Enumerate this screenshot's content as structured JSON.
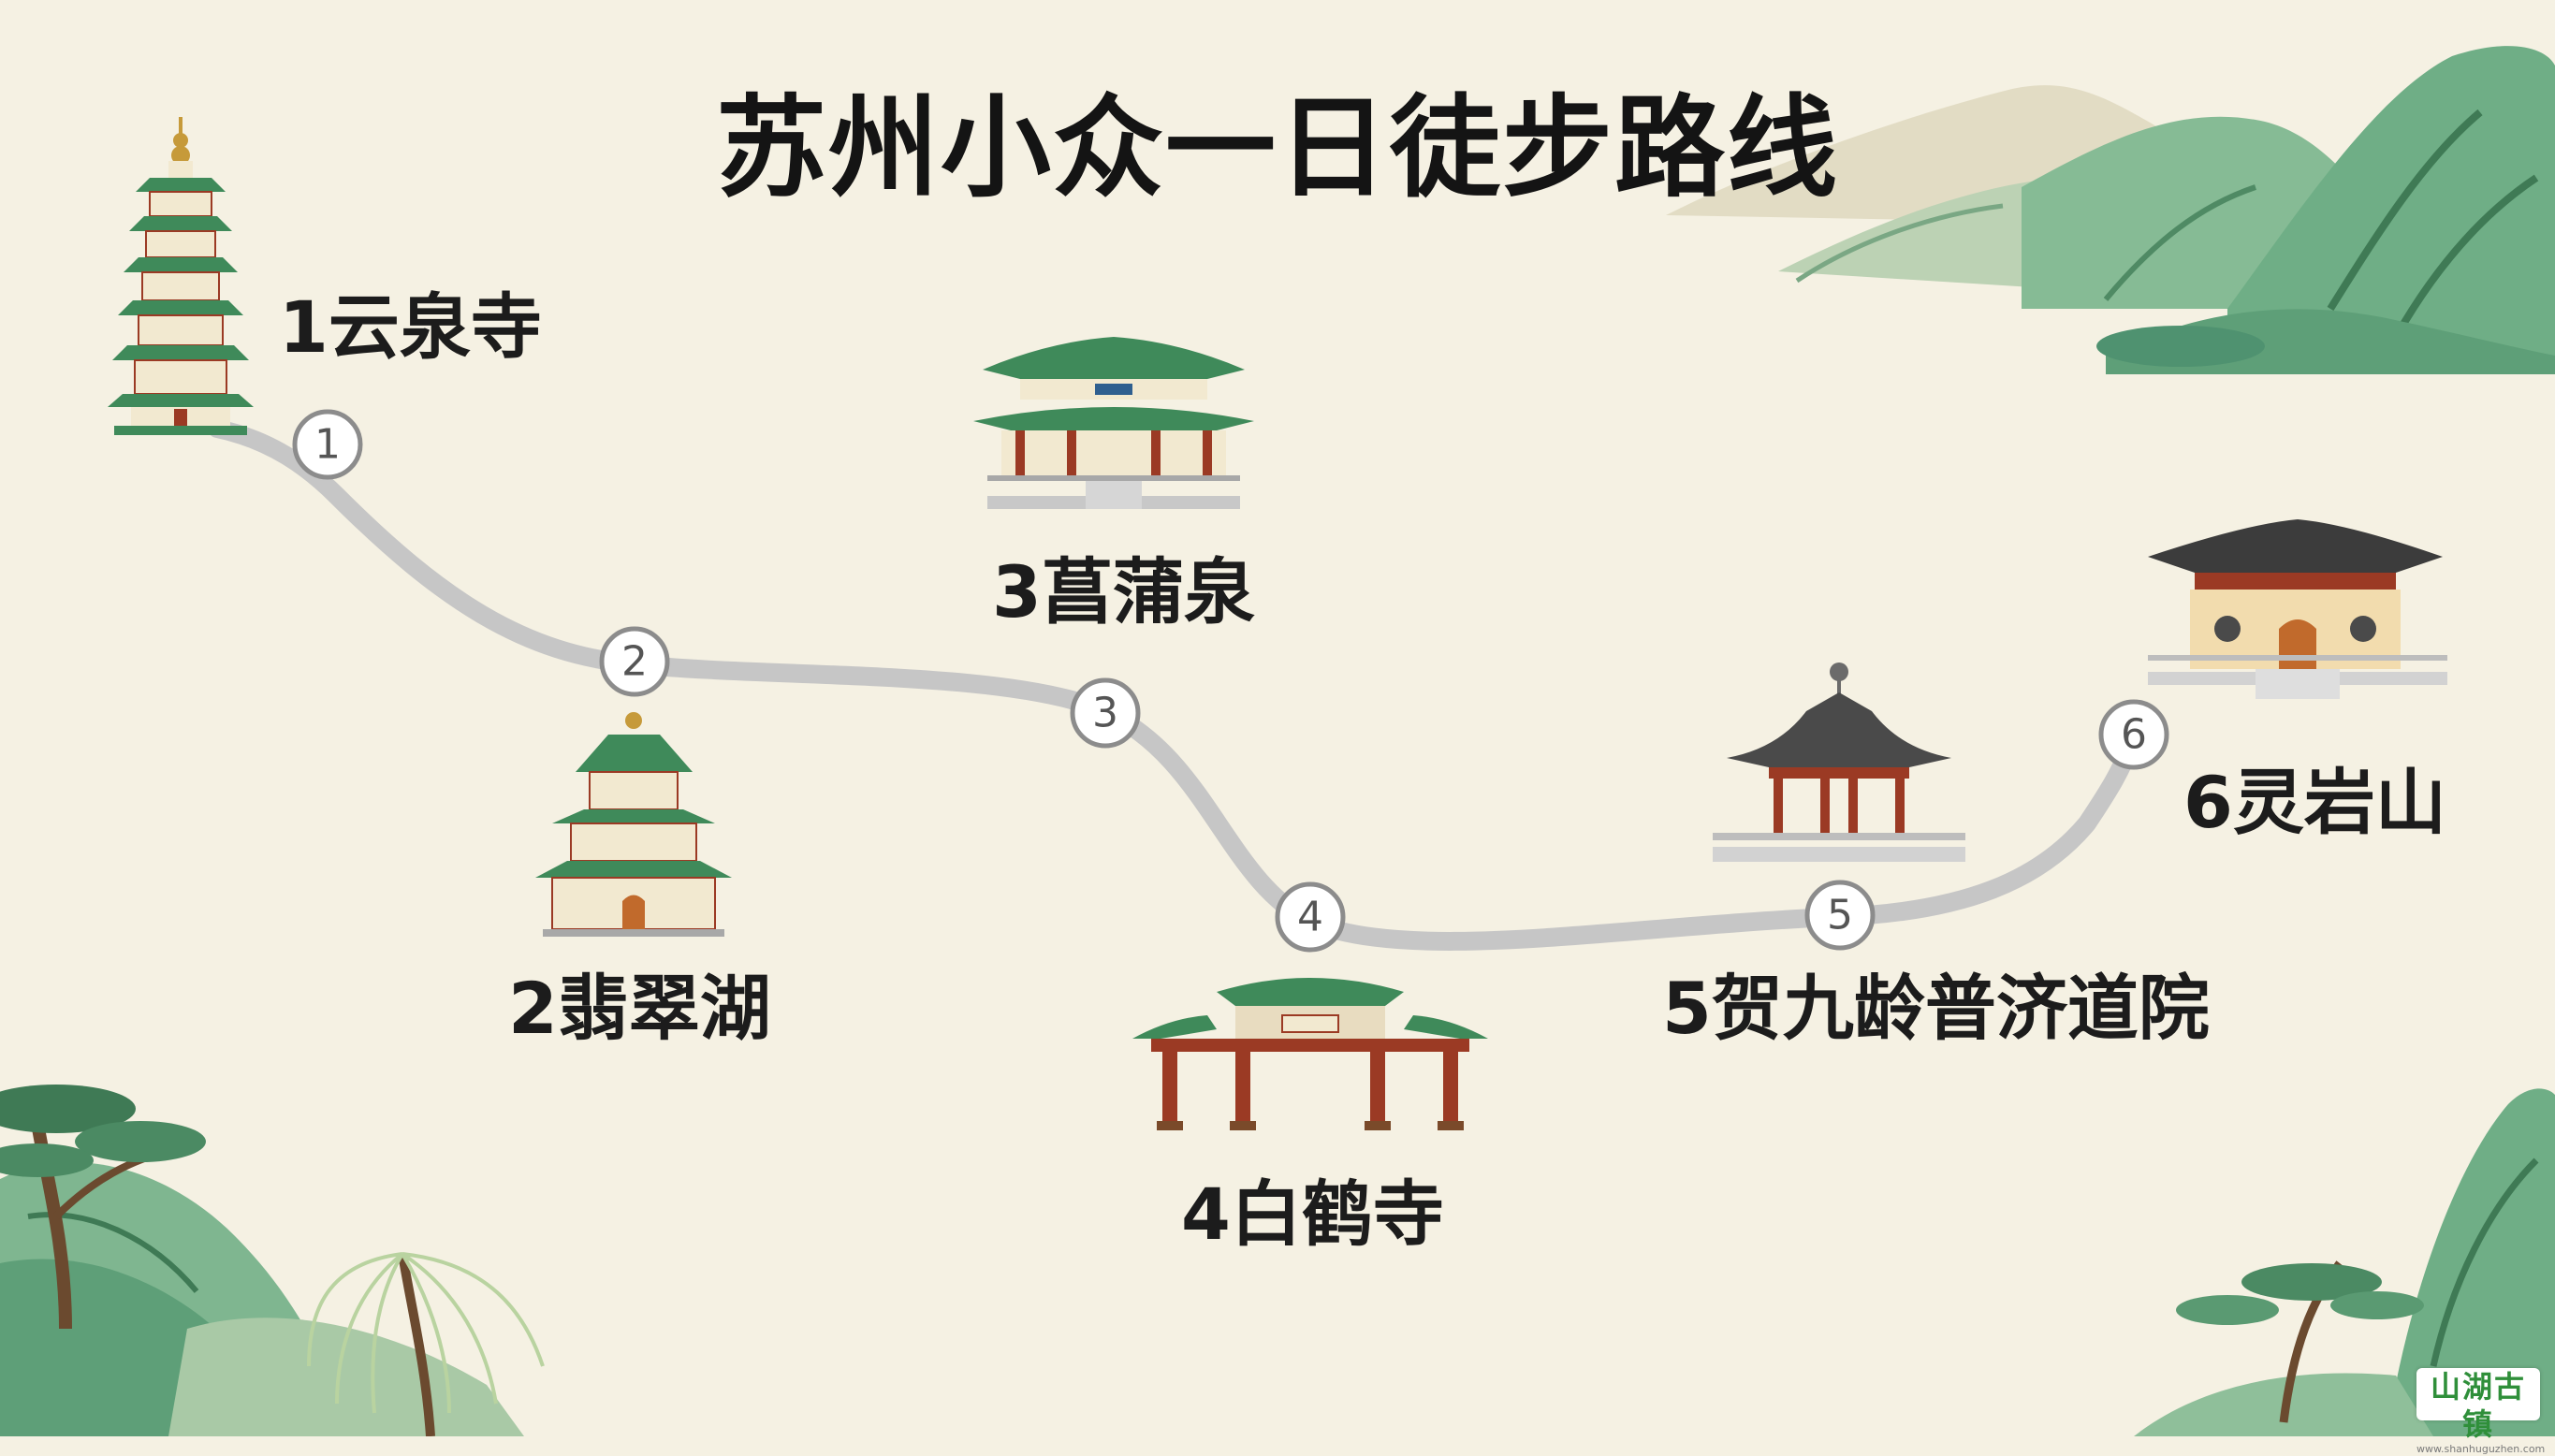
{
  "title": "苏州小众一日徒步路线",
  "colors": {
    "background": "#f5f1e3",
    "route_line": "#c6c6c6",
    "roof_green": "#3f8a5a",
    "roof_dark": "#4a4a4a",
    "pillar_red": "#9b3a24",
    "mountain_green": "#6fae86",
    "mountain_light": "#cfd6b8"
  },
  "stops": [
    {
      "num": "1",
      "label": "1云泉寺",
      "icon": "pagoda-icon"
    },
    {
      "num": "2",
      "label": "2翡翠湖",
      "icon": "tiered-pavilion-icon"
    },
    {
      "num": "3",
      "label": "3菖蒲泉",
      "icon": "temple-hall-icon"
    },
    {
      "num": "4",
      "label": "4白鹤寺",
      "icon": "memorial-archway-icon"
    },
    {
      "num": "5",
      "label": "5贺九龄普济道院",
      "icon": "octagonal-pavilion-icon"
    },
    {
      "num": "6",
      "label": "6灵岩山",
      "icon": "dark-roof-temple-icon"
    }
  ],
  "watermark": {
    "text": "山湖古镇",
    "subtext": "www.shanhuguzhen.com"
  }
}
